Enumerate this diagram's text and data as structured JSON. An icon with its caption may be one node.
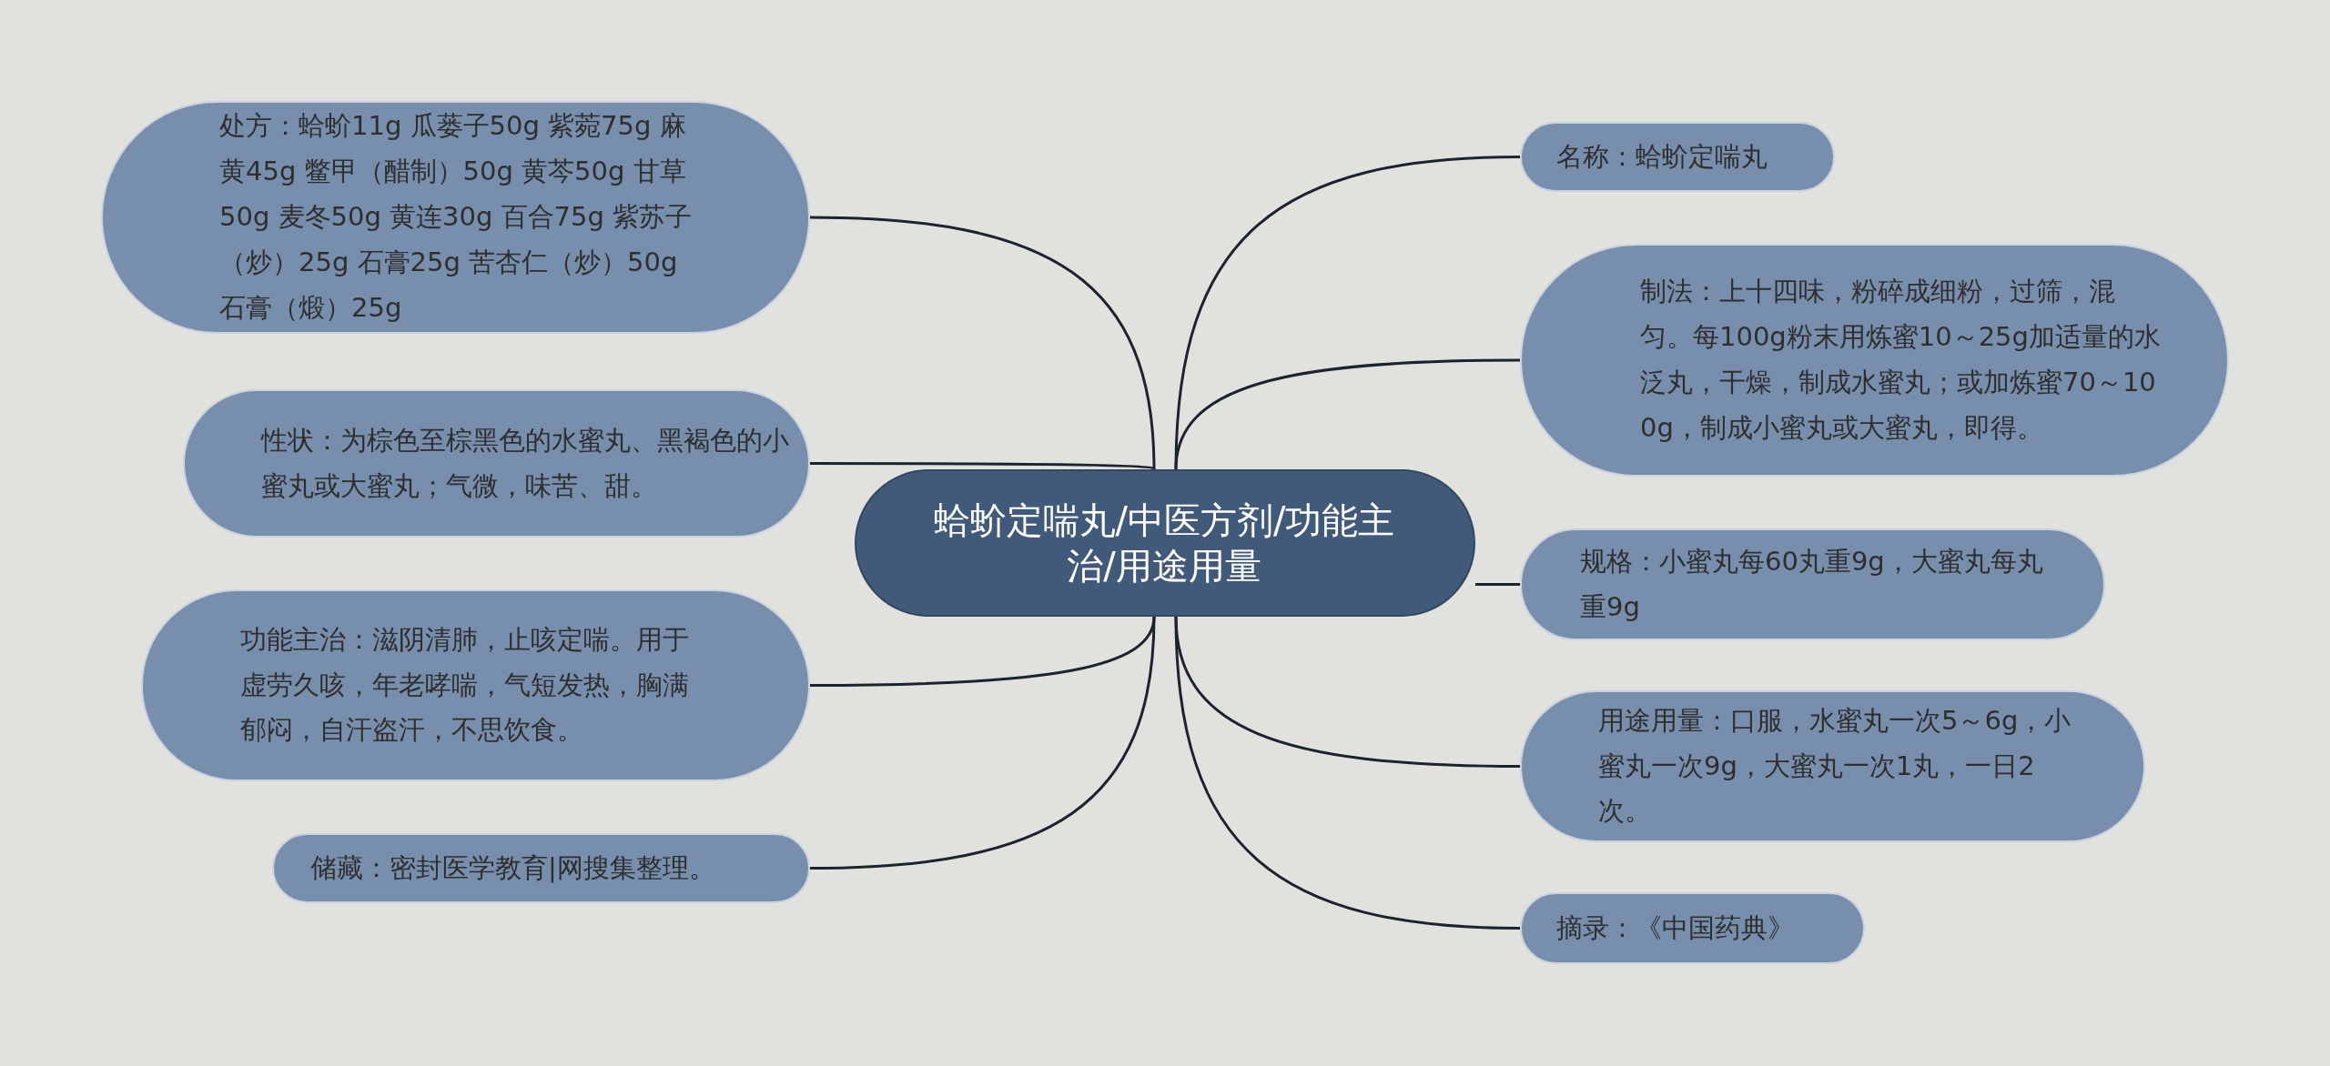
{
  "diagram": {
    "nodes": [
      {
        "text": [
          "蛤蚧定喘丸/中医方剂/功能主治/用途用量"
        ]
      },
      {
        "text": [
          "处方：蛤蚧11g 瓜蒌子50g 紫菀75g 麻黄45g 鳖甲（醋制）50g 黄芩50g 甘草50g 麦冬50g 黄连30g 百合75g 紫苏子（炒）25g 石膏25g 苦杏仁（炒）50g 石膏（煅）25g"
        ]
      },
      {
        "text": [
          "性状：为棕色至棕黑色的水蜜丸、黑褐色的小蜜丸或大蜜丸；气微，味苦、甜。"
        ]
      },
      {
        "text": [
          "功能主治：滋阴清肺，止咳定喘。用于虚劳久咳，年老哮喘，气短发热，胸满郁闷，自汗盗汗，不思饮食。"
        ]
      },
      {
        "text": [
          "储藏：密封医学教育|网搜集整理。"
        ]
      },
      {
        "text": [
          "名称：蛤蚧定喘丸"
        ]
      },
      {
        "text": [
          "制法：上十四味，粉碎成细粉，过筛，混匀。每100g粉末用炼蜜10～25g加适量的水泛丸，干燥，制成水蜜丸；或加炼蜜70～100g，制成小蜜丸或大蜜丸，即得。"
        ]
      },
      {
        "text": [
          "规格：小蜜丸每60丸重9g，大蜜丸每丸重9g"
        ]
      },
      {
        "text": [
          "用途用量：口服，水蜜丸一次5～6g，小蜜丸一次9g，大蜜丸一次1丸，一日2次。"
        ]
      },
      {
        "text": [
          "摘录：《中国药典》"
        ]
      }
    ],
    "edges": [
      {
        "from": 0,
        "to": 1,
        "arrow": "none"
      },
      {
        "from": 0,
        "to": 2,
        "arrow": "none"
      },
      {
        "from": 0,
        "to": 3,
        "arrow": "none"
      },
      {
        "from": 0,
        "to": 4,
        "arrow": "none"
      },
      {
        "from": 0,
        "to": 5,
        "arrow": "none"
      },
      {
        "from": 0,
        "to": 6,
        "arrow": "none"
      },
      {
        "from": 0,
        "to": 7,
        "arrow": "none"
      },
      {
        "from": 0,
        "to": 8,
        "arrow": "none"
      },
      {
        "from": 0,
        "to": 9,
        "arrow": "none"
      }
    ]
  }
}
